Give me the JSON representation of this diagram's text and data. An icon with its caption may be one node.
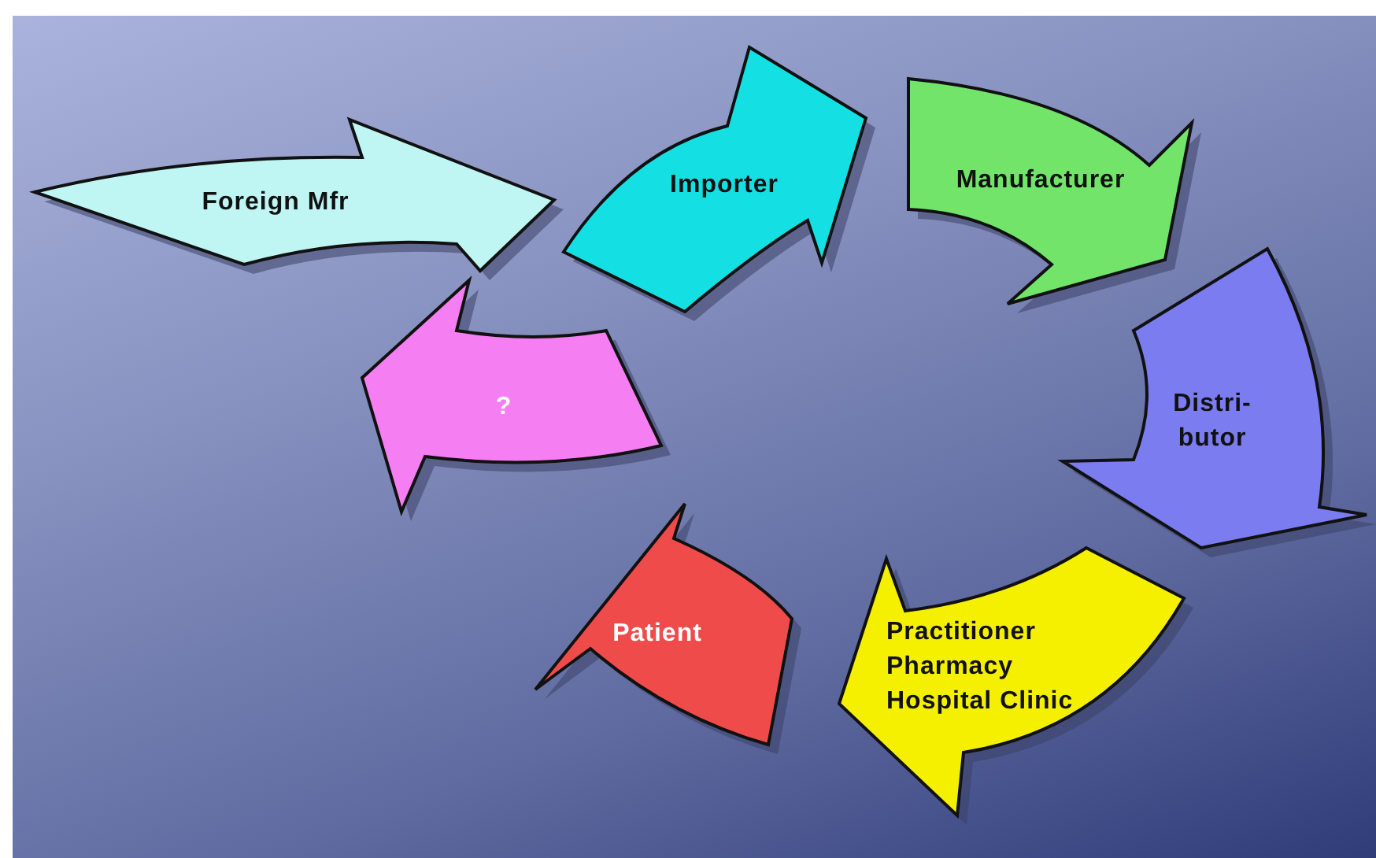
{
  "diagram": {
    "nodes": [
      {
        "text": [
          "Foreign Mfr"
        ]
      },
      {
        "text": [
          "Importer"
        ]
      },
      {
        "text": [
          "Manufacturer"
        ]
      },
      {
        "text": [
          "Distri- butor"
        ]
      },
      {
        "text": [
          "Practitioner Pharmacy Hospital Clinic"
        ]
      },
      {
        "text": [
          "Patient"
        ]
      },
      {
        "text": [
          "?"
        ]
      }
    ]
  }
}
